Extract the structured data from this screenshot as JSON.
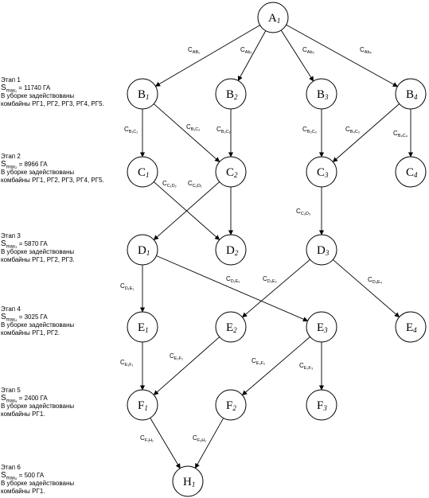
{
  "nodes": [
    {
      "id": "A1",
      "letter": "A",
      "sub": "1"
    },
    {
      "id": "B1",
      "letter": "B",
      "sub": "1"
    },
    {
      "id": "B2",
      "letter": "B",
      "sub": "2"
    },
    {
      "id": "B3",
      "letter": "B",
      "sub": "3"
    },
    {
      "id": "B4",
      "letter": "B",
      "sub": "4"
    },
    {
      "id": "C1",
      "letter": "C",
      "sub": "1"
    },
    {
      "id": "C2",
      "letter": "C",
      "sub": "2"
    },
    {
      "id": "C3",
      "letter": "C",
      "sub": "3"
    },
    {
      "id": "C4",
      "letter": "C",
      "sub": "4"
    },
    {
      "id": "D1",
      "letter": "D",
      "sub": "1"
    },
    {
      "id": "D2",
      "letter": "D",
      "sub": "2"
    },
    {
      "id": "D3",
      "letter": "D",
      "sub": "3"
    },
    {
      "id": "E1",
      "letter": "E",
      "sub": "1"
    },
    {
      "id": "E2",
      "letter": "E",
      "sub": "2"
    },
    {
      "id": "E3",
      "letter": "E",
      "sub": "3"
    },
    {
      "id": "E4",
      "letter": "E",
      "sub": "4"
    },
    {
      "id": "F1",
      "letter": "F",
      "sub": "1"
    },
    {
      "id": "F2",
      "letter": "F",
      "sub": "2"
    },
    {
      "id": "F3",
      "letter": "F",
      "sub": "3"
    },
    {
      "id": "H1",
      "letter": "H",
      "sub": "1"
    }
  ],
  "edges": [
    {
      "from": "A1",
      "to": "B1",
      "label": "C",
      "sub": "AB₁"
    },
    {
      "from": "A1",
      "to": "B2",
      "label": "C",
      "sub": "Ab₂"
    },
    {
      "from": "A1",
      "to": "B3",
      "label": "C",
      "sub": "Ab₃"
    },
    {
      "from": "A1",
      "to": "B4",
      "label": "C",
      "sub": "Ab₄"
    },
    {
      "from": "B1",
      "to": "C1",
      "label": "C",
      "sub": "B₁C₁"
    },
    {
      "from": "B1",
      "to": "C2",
      "label": "C",
      "sub": "B₁C₂"
    },
    {
      "from": "B2",
      "to": "C2",
      "label": "C",
      "sub": "B₂C₂"
    },
    {
      "from": "B3",
      "to": "C3",
      "label": "C",
      "sub": "B₃C₃"
    },
    {
      "from": "B4",
      "to": "C3",
      "label": "C",
      "sub": "B₄C₃"
    },
    {
      "from": "B4",
      "to": "C4",
      "label": "C",
      "sub": "B₄C₄"
    },
    {
      "from": "C1",
      "to": "D2",
      "label": "C",
      "sub": "C₁D₂"
    },
    {
      "from": "C2",
      "to": "D1",
      "label": "C",
      "sub": "C₂D₁"
    },
    {
      "from": "C2",
      "to": "D2",
      "label": "",
      "sub": ""
    },
    {
      "from": "C3",
      "to": "D3",
      "label": "C",
      "sub": "C₃D₃"
    },
    {
      "from": "D1",
      "to": "E1",
      "label": "C",
      "sub": "D₁E₁"
    },
    {
      "from": "D1",
      "to": "E3",
      "label": "C",
      "sub": "D₁E₃"
    },
    {
      "from": "D3",
      "to": "E2",
      "label": "C",
      "sub": "D₃E₂"
    },
    {
      "from": "D3",
      "to": "E4",
      "label": "C",
      "sub": "D₃E₄"
    },
    {
      "from": "E1",
      "to": "F1",
      "label": "C",
      "sub": "E₁F₁"
    },
    {
      "from": "E2",
      "to": "F1",
      "label": "C",
      "sub": "E₂F₁"
    },
    {
      "from": "E3",
      "to": "F2",
      "label": "C",
      "sub": "E₃F₂"
    },
    {
      "from": "E3",
      "to": "F3",
      "label": "C",
      "sub": "E₃F₃"
    },
    {
      "from": "F1",
      "to": "H1",
      "label": "C",
      "sub": "F₁H₁"
    },
    {
      "from": "F2",
      "to": "H1",
      "label": "C",
      "sub": "F₂H₁"
    }
  ],
  "stages": [
    {
      "title": "Этап 1",
      "s_label": "S",
      "s_sub": "max₁",
      "s_value": "= 11740 ГА",
      "line1": "В уборке задействованы",
      "line2": "комбайны РГ1, РГ2, РГ3, РГ4, РГ5."
    },
    {
      "title": "Этап 2",
      "s_label": "S",
      "s_sub": "max₂",
      "s_value": "= 8966 ГА",
      "line1": "В уборке задействованы",
      "line2": "комбайны РГ1, РГ2, РГ3, РГ4, РГ5."
    },
    {
      "title": "Этап 3",
      "s_label": "S",
      "s_sub": "max₃",
      "s_value": "= 5870 ГА",
      "line1": "В уборке задействованы",
      "line2": "комбайны РГ1, РГ2, РГ3."
    },
    {
      "title": "Этап 4",
      "s_label": "S",
      "s_sub": "max₄",
      "s_value": "= 3025 ГА",
      "line1": "В уборке задействованы",
      "line2": "комбайны РГ1, РГ2."
    },
    {
      "title": "Этап 5",
      "s_label": "S",
      "s_sub": "max₅",
      "s_value": "= 2400 ГА",
      "line1": "В уборке задействованы",
      "line2": "комбайны РГ1."
    },
    {
      "title": "Этап 6",
      "s_label": "S",
      "s_sub": "max₆",
      "s_value": "= 500 ГА",
      "line1": "В уборке задействованы",
      "line2": "комбайны РГ1."
    }
  ]
}
